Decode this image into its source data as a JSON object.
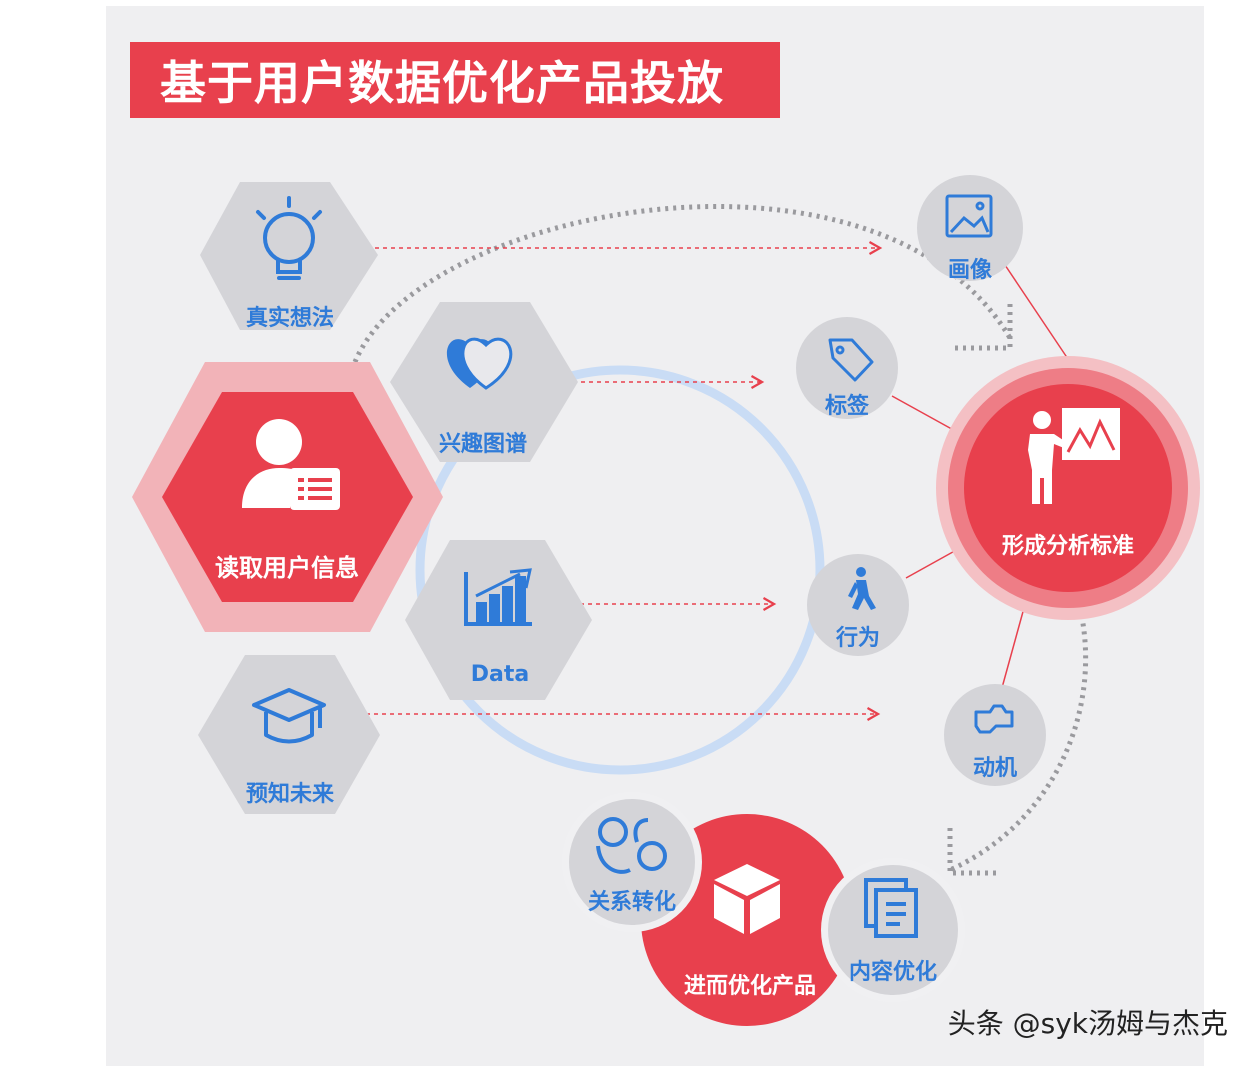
{
  "title": "基于用户数据优化产品投放",
  "center_node": {
    "label": "读取用户信息",
    "icon": "user-card-icon"
  },
  "left_items": [
    {
      "label": "真实想法",
      "icon": "lightbulb-icon"
    },
    {
      "label": "兴趣图谱",
      "icon": "heart-icon"
    },
    {
      "label": "Data",
      "icon": "bar-chart-icon"
    },
    {
      "label": "预知未来",
      "icon": "graduation-cap-icon"
    }
  ],
  "right_items": [
    {
      "label": "画像",
      "icon": "image-icon"
    },
    {
      "label": "标签",
      "icon": "tag-icon"
    },
    {
      "label": "行为",
      "icon": "walking-person-icon"
    },
    {
      "label": "动机",
      "icon": "engine-icon"
    }
  ],
  "analysis_node": {
    "label": "形成分析标准",
    "icon": "presenter-chart-icon"
  },
  "product_node": {
    "label": "进而优化产品",
    "icon": "cube-icon"
  },
  "side_nodes": [
    {
      "label": "关系转化",
      "icon": "relation-icon"
    },
    {
      "label": "内容优化",
      "icon": "document-icon"
    }
  ],
  "watermark": "头条 @syk汤姆与杰克",
  "colors": {
    "accent": "#e8404d",
    "icon_blue": "#2f7bd8",
    "node_gray": "#d4d4d8",
    "ring_blue": "#c9dcf5"
  }
}
